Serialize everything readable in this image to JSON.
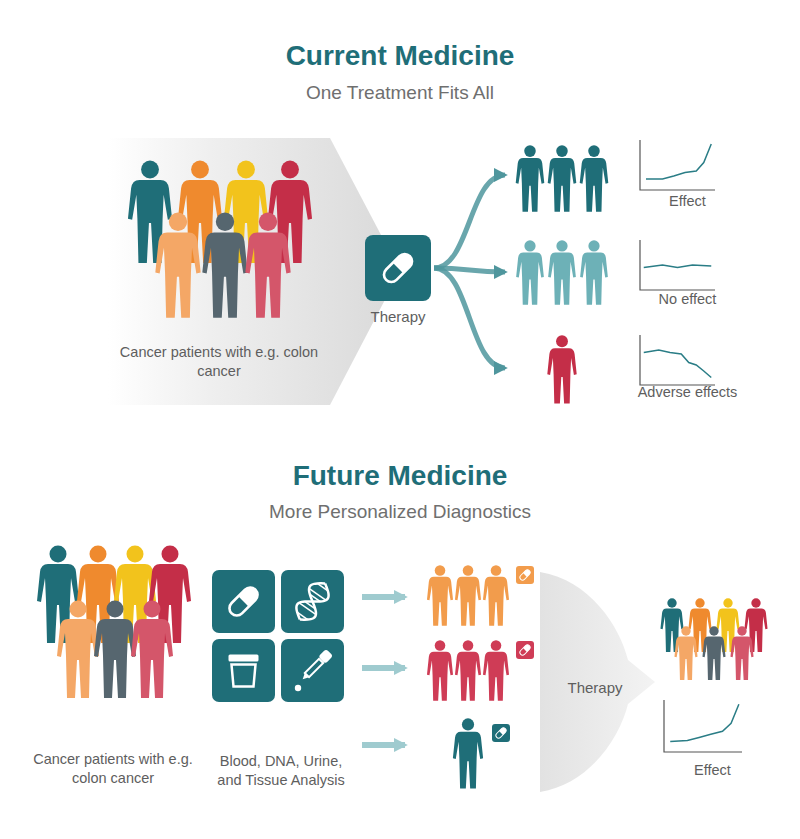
{
  "diagram": {
    "nodes": [
      {
        "text": [
          "Cancer patients with e.g. colon cancer"
        ]
      },
      {
        "text": [
          "Therapy"
        ]
      },
      {
        "text": [
          "Effect"
        ]
      },
      {
        "text": [
          "No effect"
        ]
      },
      {
        "text": [
          "Adverse effects"
        ]
      },
      {
        "text": [
          "Cancer patients with e.g. colon cancer"
        ]
      },
      {
        "text": [
          "Blood, DNA, Urine, and Tissue Analysis"
        ]
      },
      {
        "text": [
          "Therapy"
        ]
      },
      {
        "text": [
          "Effect"
        ]
      }
    ],
    "edges": [
      {
        "from": 1,
        "to": 2,
        "arrow": "to"
      },
      {
        "from": 1,
        "to": 3,
        "arrow": "to"
      },
      {
        "from": 1,
        "to": 4,
        "arrow": "to"
      }
    ],
    "labels": [
      "Current Medicine",
      "One Treatment Fits All",
      "Future Medicine",
      "More Personalized Diagnostics"
    ]
  }
}
